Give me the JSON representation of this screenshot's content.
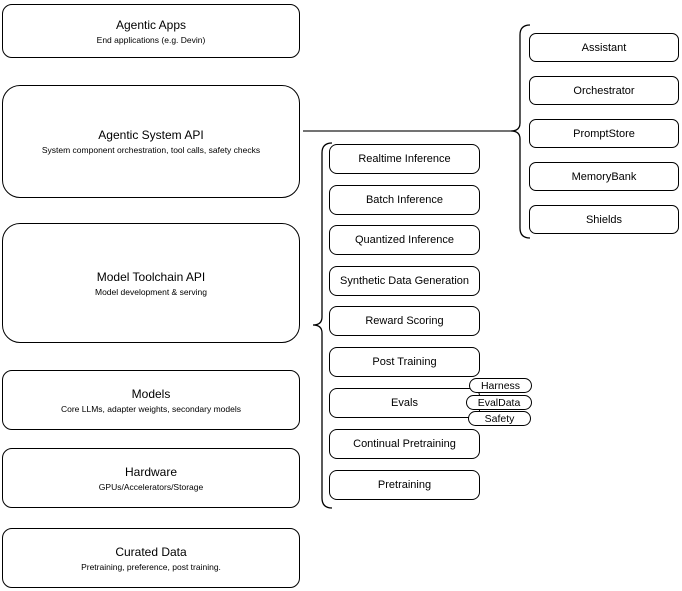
{
  "diagram": {
    "left_stack": [
      {
        "title": "Agentic Apps",
        "subtitle": "End applications (e.g. Devin)"
      },
      {
        "title": "Agentic System API",
        "subtitle": "System component orchestration, tool calls, safety checks"
      },
      {
        "title": "Model Toolchain API",
        "subtitle": "Model development & serving"
      },
      {
        "title": "Models",
        "subtitle": "Core LLMs, adapter weights, secondary models"
      },
      {
        "title": "Hardware",
        "subtitle": "GPUs/Accelerators/Storage"
      },
      {
        "title": "Curated Data",
        "subtitle": "Pretraining, preference, post training."
      }
    ],
    "toolchain_items": [
      {
        "label": "Realtime Inference"
      },
      {
        "label": "Batch Inference"
      },
      {
        "label": "Quantized Inference"
      },
      {
        "label": "Synthetic Data Generation"
      },
      {
        "label": "Reward Scoring"
      },
      {
        "label": "Post Training"
      },
      {
        "label": "Evals"
      },
      {
        "label": "Continual Pretraining"
      },
      {
        "label": "Pretraining"
      }
    ],
    "eval_tags": [
      {
        "label": "Harness"
      },
      {
        "label": "EvalData"
      },
      {
        "label": "Safety"
      }
    ],
    "system_components": [
      {
        "label": "Assistant"
      },
      {
        "label": "Orchestrator"
      },
      {
        "label": "PromptStore"
      },
      {
        "label": "MemoryBank"
      },
      {
        "label": "Shields"
      }
    ],
    "colors": {
      "box_stroke": "#000000",
      "box_fill": "#ffffff",
      "connector": "#737373",
      "background": "#ffffff",
      "text": "#000000"
    }
  }
}
